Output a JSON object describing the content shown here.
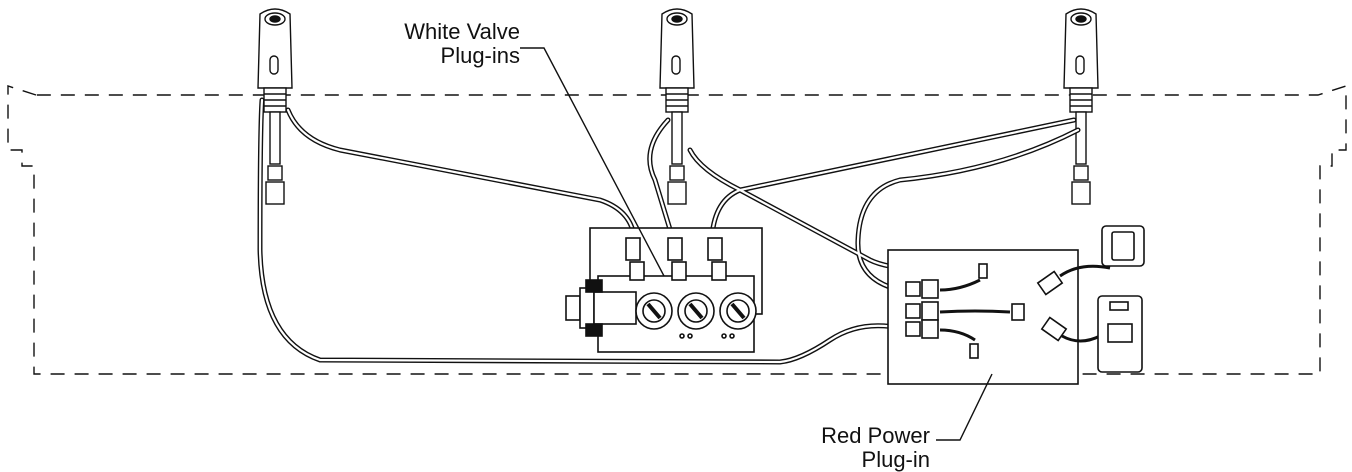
{
  "labels": {
    "white_valve": {
      "line1": "White Valve",
      "line2": "Plug-ins"
    },
    "red_power": {
      "line1": "Red Power",
      "line2": "Plug-in"
    }
  },
  "components": {
    "faucets": 3,
    "valve_plug_ins": 3,
    "power_plug_ins": 1
  },
  "colors": {
    "line": "#111111",
    "background": "#ffffff"
  }
}
